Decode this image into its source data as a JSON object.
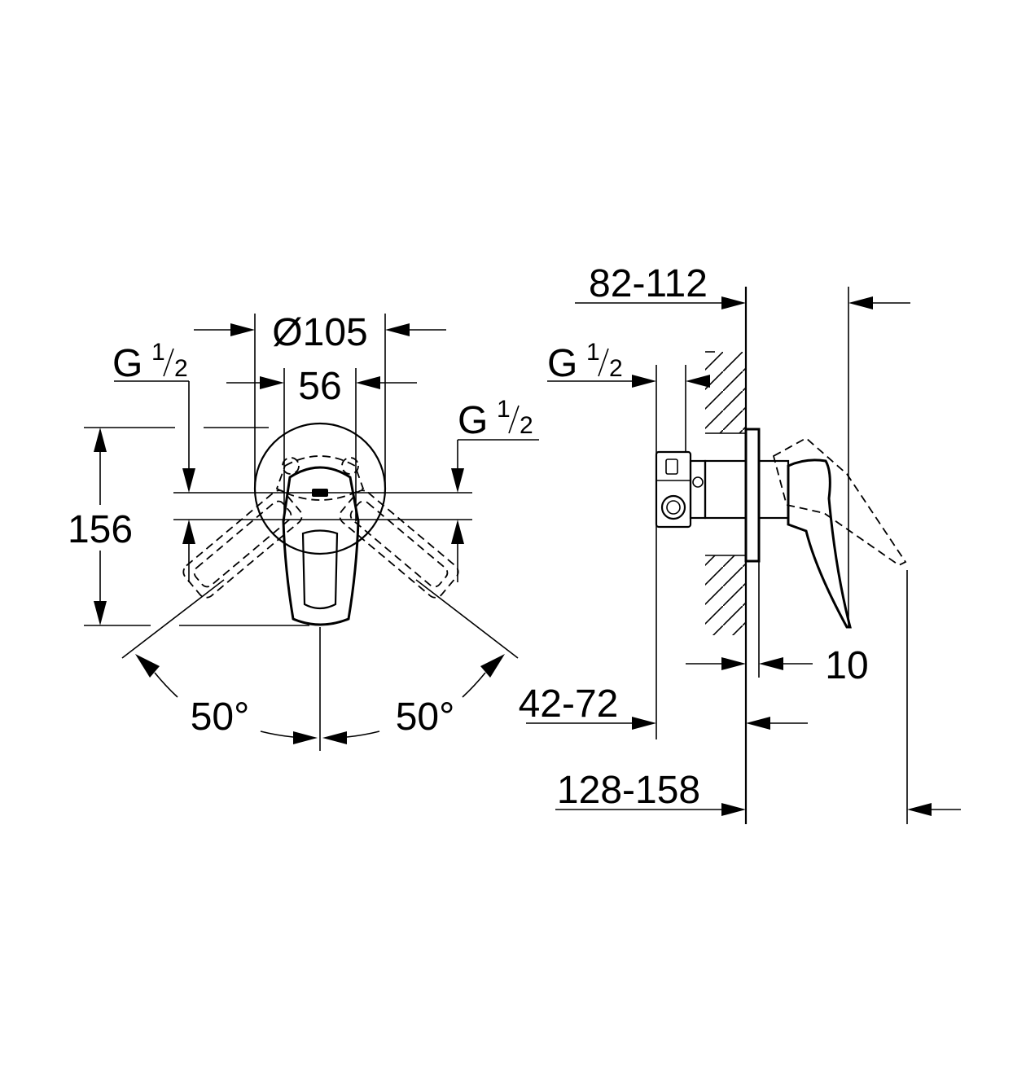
{
  "front_view": {
    "dia_label": "Ø105",
    "center_label": "56",
    "height_label": "156",
    "inlet_left": {
      "g": "G",
      "num": "1",
      "den": "2"
    },
    "inlet_right": {
      "g": "G",
      "num": "1",
      "den": "2"
    },
    "angle_left": "50°",
    "angle_right": "50°"
  },
  "side_view": {
    "depth_top": "82-112",
    "depth_mid": "42-72",
    "depth_bottom": "128-158",
    "rosette": "10",
    "inlet": {
      "g": "G",
      "num": "1",
      "den": "2"
    }
  }
}
